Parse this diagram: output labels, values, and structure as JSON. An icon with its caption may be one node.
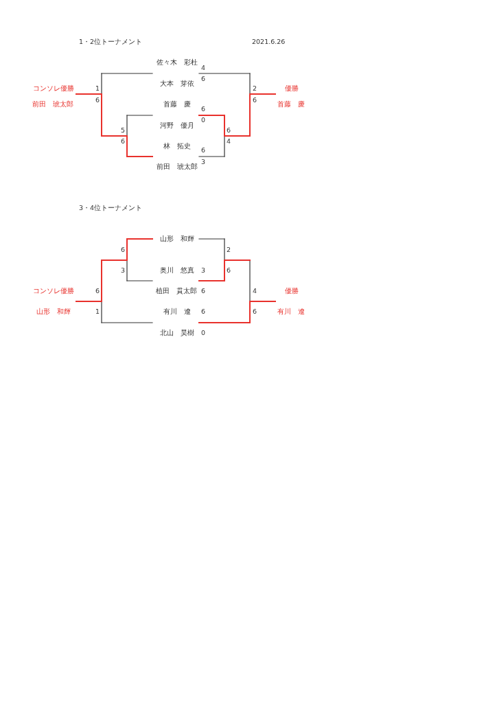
{
  "diagram": {
    "labels": [
      "1・2位トーナメント",
      "2021.6.26",
      "佐々木　彩杜",
      "4",
      "6",
      "大本　芽依",
      "コンソレ優勝",
      "1",
      "2",
      "優勝",
      "6",
      "6",
      "前田　琥太郎",
      "首藤　慶",
      "首藤　慶",
      "6",
      "0",
      "河野　優月",
      "5",
      "6",
      "6",
      "4",
      "林　拓史",
      "6",
      "3",
      "前田　琥太郎",
      "3・4位トーナメント",
      "山形　和輝",
      "6",
      "2",
      "3",
      "奥川　悠真",
      "3",
      "6",
      "コンソレ優勝",
      "6",
      "植田　貫太郎",
      "6",
      "4",
      "優勝",
      "山形　和輝",
      "1",
      "有川　遼",
      "6",
      "6",
      "有川　遼",
      "北山　昊樹",
      "0"
    ]
  }
}
